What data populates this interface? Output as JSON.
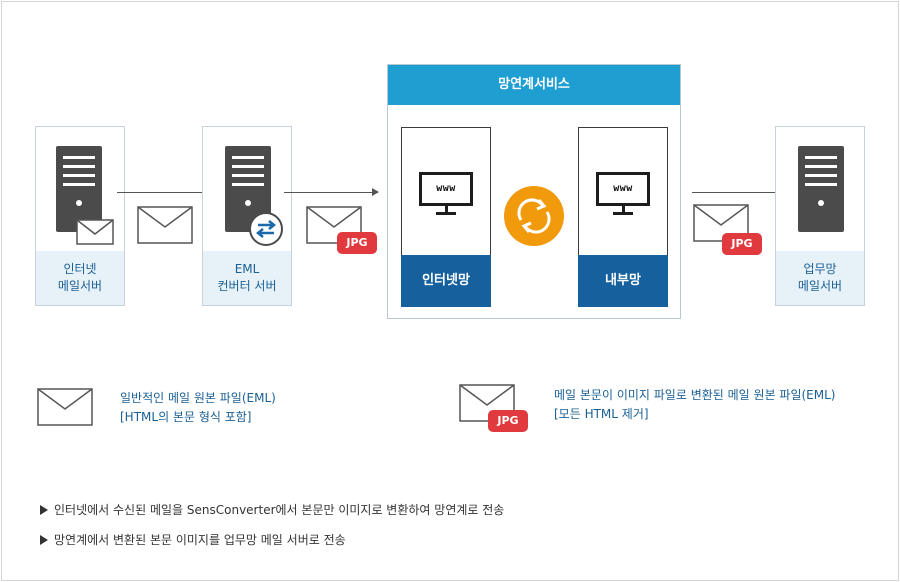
{
  "nodes": {
    "internet_mail_server": {
      "label_line1": "인터넷",
      "label_line2": "메일서버"
    },
    "eml_converter_server": {
      "label_line1": "EML",
      "label_line2": "컨버터 서버"
    },
    "work_mail_server": {
      "label_line1": "업무망",
      "label_line2": "메일서버"
    }
  },
  "service": {
    "title": "망연계서비스",
    "internet_net": {
      "label": "인터넷망",
      "screen_text": "www"
    },
    "internal_net": {
      "label": "내부망",
      "screen_text": "www"
    }
  },
  "badges": {
    "jpg": "JPG"
  },
  "legend": {
    "plain": {
      "line1": "일반적인 메일 원본 파일(EML)",
      "line2": "[HTML의 본문 형식 포함]"
    },
    "jpg": {
      "line1": "메일 본문이 이미지 파일로 변환된 메일 원본 파일(EML)",
      "line2": "[모든 HTML 제거]"
    }
  },
  "notes": [
    "인터넷에서 수신된 메일을 SensConverter에서 본문만 이미지로 변환하여 망연계로 전송",
    "망연계에서 변환된 본문 이미지를 업무망 메일 서버로 전송"
  ],
  "colors": {
    "service_header": "#1f9fd1",
    "net_label": "#15609d",
    "label_bg": "#e6f1f8",
    "label_text": "#1a5f95",
    "badge": "#e0393e",
    "sync": "#f19a0c",
    "converter": "#1b68ab"
  },
  "icons": [
    "server-icon",
    "envelope-icon",
    "sync-icon",
    "monitor-icon",
    "exchange-arrows-icon"
  ]
}
